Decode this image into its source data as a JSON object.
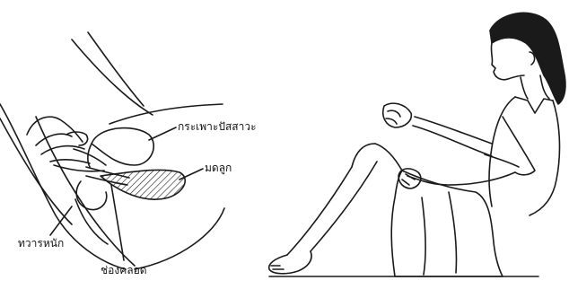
{
  "anatomy_labels": {
    "bladder": "กระเพาะปัสสาวะ",
    "uterus": "มดลูก",
    "anus": "ทวารหนัก",
    "vagina": "ช่องคลอด"
  },
  "colors": {
    "line": "#1a1a1a",
    "background": "#ffffff"
  }
}
